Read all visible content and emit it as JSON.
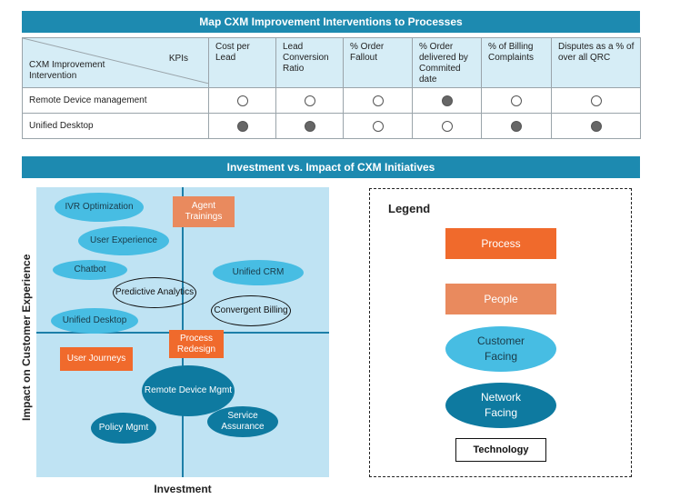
{
  "kpi_table": {
    "banner": "Map CXM Improvement Interventions to Processes",
    "corner_kpis": "KPIs",
    "corner_intervention": "CXM Improvement Intervention",
    "columns": [
      "Cost per Lead",
      "Lead Conversion Ratio",
      "% Order Fallout",
      "% Order delivered by Commited date",
      "% of Billing Complaints",
      "Disputes as a % of over all QRC"
    ],
    "rows": [
      {
        "label": "Remote Device management",
        "marks": [
          "empty",
          "empty",
          "empty",
          "filled",
          "empty",
          "empty"
        ]
      },
      {
        "label": "Unified Desktop",
        "marks": [
          "filled",
          "filled",
          "empty",
          "empty",
          "filled",
          "filled"
        ]
      }
    ]
  },
  "matrix": {
    "banner": "Investment vs. Impact of CXM Initiatives",
    "y_axis_label": "Impact on Customer Experience",
    "x_axis_label": "Investment",
    "nodes": {
      "ivr": "IVR Optimization",
      "agent": "Agent Trainings",
      "userexp": "User Experience",
      "chatbot": "Chatbot",
      "unifiedcrm": "Unified CRM",
      "predictive": "Predictive Analytics",
      "convergent": "Convergent Billing",
      "unifieddesk": "Unified Desktop",
      "procredesign": "Process Redesign",
      "userjourneys": "User Journeys",
      "remote": "Remote Device Mgmt",
      "policy": "Policy Mgmt",
      "service": "Service Assurance"
    }
  },
  "legend": {
    "title": "Legend",
    "process": "Process",
    "people": "People",
    "customer": "Customer Facing",
    "network": "Network Facing",
    "technology": "Technology"
  },
  "colors": {
    "banner": "#1d8ab0",
    "process": "#f06a2c",
    "people": "#e98a5e",
    "customer_facing": "#47bde3",
    "network_facing": "#0e7aa0",
    "quadrant_bg": "#bfe3f3"
  }
}
